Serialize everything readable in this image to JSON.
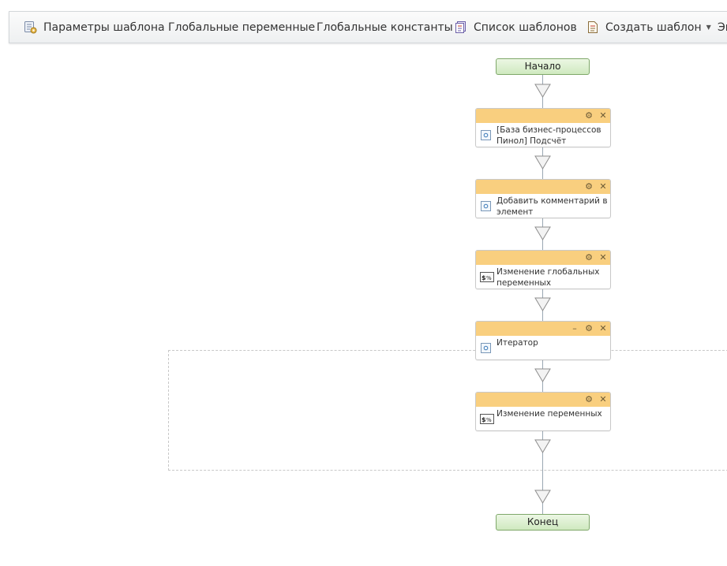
{
  "toolbar": {
    "template_params": "Параметры шаблона",
    "global_variables": "Глобальные переменные",
    "global_constants": "Глобальные константы",
    "template_list": "Список шаблонов",
    "create_template": "Создать шаблон",
    "more": "Эк"
  },
  "workflow": {
    "start": "Начало",
    "end": "Конец",
    "activities": [
      {
        "title": "[База бизнес-процессов Пинол] Подсчёт количества"
      },
      {
        "title": "Добавить комментарий в элемент"
      },
      {
        "title": "Изменение глобальных переменных"
      },
      {
        "title": "Итератор"
      },
      {
        "title": "Изменение переменных"
      }
    ]
  },
  "icons": {
    "template_params": "settings-list-icon",
    "template_list": "template-list-icon",
    "create_template": "new-document-icon",
    "settings": "gear-icon",
    "close": "close-icon",
    "collapse": "minimize-icon",
    "activity": "activity-icon",
    "variables": "variables-icon"
  },
  "colors": {
    "activity_header": "#f9cf7f",
    "terminal_fill": "#d6ecc8",
    "terminal_border": "#7fa86a",
    "connector": "#9aa7b3"
  }
}
